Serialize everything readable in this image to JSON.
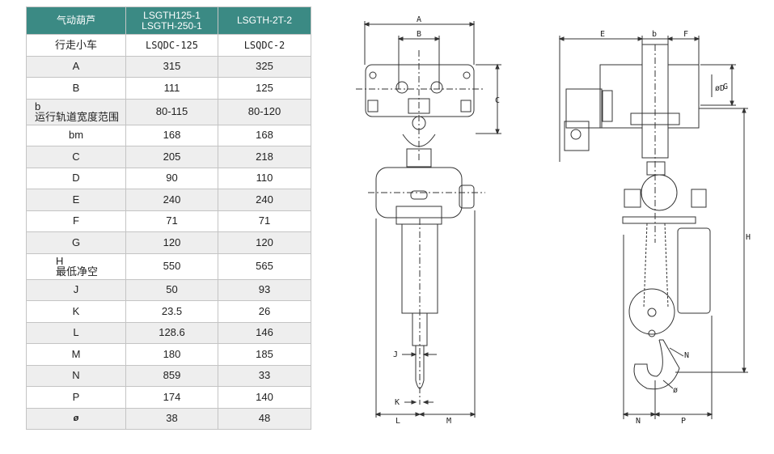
{
  "table": {
    "header": [
      "气动葫芦",
      "LSGTH125-1\nLSGTH-250-1",
      "LSGTH-2T-2"
    ],
    "rows": [
      {
        "label": "行走小车",
        "v1": "LSQDC-125",
        "v2": "LSQDC-2"
      },
      {
        "label": "A",
        "v1": "315",
        "v2": "325"
      },
      {
        "label": "B",
        "v1": "111",
        "v2": "125"
      },
      {
        "label": "b\n运行轨道宽度范围",
        "v1": "80-115",
        "v2": "80-120"
      },
      {
        "label": "bm",
        "v1": "168",
        "v2": "168"
      },
      {
        "label": "C",
        "v1": "205",
        "v2": "218"
      },
      {
        "label": "D",
        "v1": "90",
        "v2": "110"
      },
      {
        "label": "E",
        "v1": "240",
        "v2": "240"
      },
      {
        "label": "F",
        "v1": "71",
        "v2": "71"
      },
      {
        "label": "G",
        "v1": "120",
        "v2": "120"
      },
      {
        "label": "H\n最低净空",
        "v1": "550",
        "v2": "565"
      },
      {
        "label": "J",
        "v1": "50",
        "v2": "93"
      },
      {
        "label": "K",
        "v1": "23.5",
        "v2": "26"
      },
      {
        "label": "L",
        "v1": "128.6",
        "v2": "146"
      },
      {
        "label": "M",
        "v1": "180",
        "v2": "185"
      },
      {
        "label": "N",
        "v1": "859",
        "v2": "33"
      },
      {
        "label": "P",
        "v1": "174",
        "v2": "140"
      },
      {
        "label": "ø",
        "v1": "38",
        "v2": "48"
      }
    ]
  },
  "drawing": {
    "front_labels": {
      "A": "A",
      "B": "B",
      "C": "C",
      "J": "J",
      "K": "K",
      "L": "L",
      "M": "M"
    },
    "side_labels": {
      "E": "E",
      "b": "b",
      "F": "F",
      "D": "øD",
      "G": "G",
      "H": "H",
      "N_top": "N",
      "phi": "ø",
      "N_bottom": "N",
      "P": "P"
    }
  },
  "colors": {
    "header_bg": "#3b8a84",
    "row_alt": "#eeeeee",
    "border": "#c4c4c4"
  }
}
